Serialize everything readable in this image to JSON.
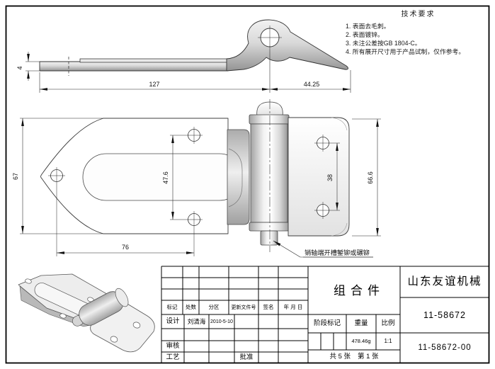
{
  "drawing": {
    "tech_requirements": {
      "title": "技术要求",
      "items": [
        "1. 表面去毛刺。",
        "2. 表面镀锌。",
        "3. 未注公差按GB 1804-C。",
        "4. 所有展开尺寸用于产品试制，仅作参考。"
      ]
    },
    "leader_note": "销轴端开槽錾铆或碾铆",
    "dimensions": {
      "thickness": "4",
      "body_length": "127",
      "head_length": "44.25",
      "plate_width": "67",
      "plate_hole_spacing": "47.6",
      "hole_distance": "76",
      "wing_hole_spacing": "38",
      "wing_width": "66.6"
    }
  },
  "title_block": {
    "part_name": "组合件",
    "company": "山东友谊机械",
    "drawing_number": "11-58672",
    "part_number": "11-58672-00",
    "rev_headers": {
      "mark": "标记",
      "count": "处数",
      "zone": "分区",
      "doc_number": "更新文件号",
      "signature": "签名",
      "date": "年 月 日"
    },
    "roles": {
      "design": "设计",
      "check": "审核",
      "process": "工艺",
      "approve": "批准"
    },
    "designer_name": "刘清海",
    "design_date": "2010-5-10",
    "stage_mark_label": "阶段标记",
    "weight_label": "重量",
    "scale_label": "比例",
    "weight_value": "478.46g",
    "scale_value": "1:1",
    "sheet_total": "共 5 张",
    "sheet_current": "第 1 张"
  }
}
